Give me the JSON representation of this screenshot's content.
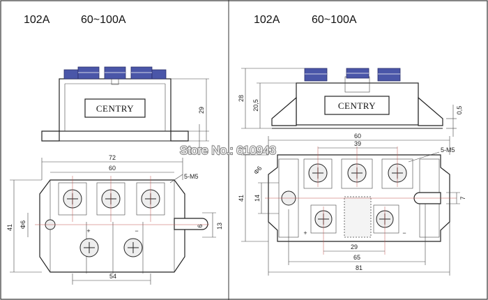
{
  "left_panel": {
    "model": "102A",
    "current_range": "60~100A",
    "brand": "CENTRY",
    "plus": "+",
    "minus": "−",
    "dims": {
      "height": "29",
      "w72": "72",
      "w60": "60",
      "screw": "5-M5",
      "h41": "41",
      "phi6": "Φ6",
      "h13": "13",
      "h6": "6",
      "w54": "54"
    }
  },
  "right_panel": {
    "model": "102A",
    "current_range": "60~100A",
    "brand": "CENTRY",
    "plus": "+",
    "minus": "−",
    "dims": {
      "h28": "28",
      "h20_5": "20,5",
      "h0_5": "0,5",
      "w60": "60",
      "w39": "39",
      "screw": "5-M5",
      "phi6": "Φ6",
      "h41": "41",
      "h14": "14",
      "h7": "7",
      "w29": "29",
      "w65": "65",
      "w81": "81"
    }
  },
  "watermark": "Store No.: 610943",
  "colors": {
    "bolt_blue": "#4a56a8",
    "centerline_red": "#c0504d",
    "line": "#222222",
    "background": "#ffffff"
  }
}
